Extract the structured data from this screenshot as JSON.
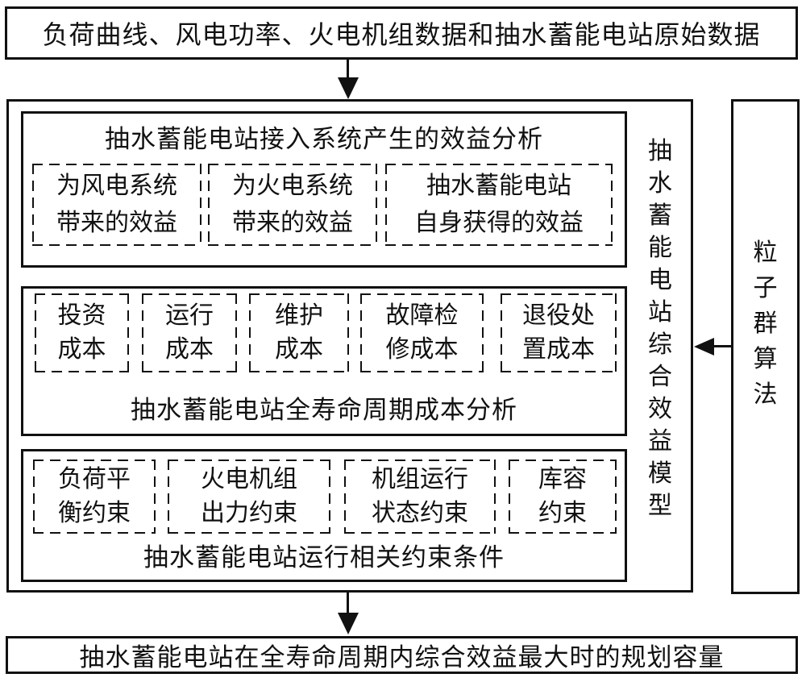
{
  "colors": {
    "ink": "#111111",
    "background": "#ffffff"
  },
  "input_box": {
    "label": "负荷曲线、风电功率、火电机组数据和抽水蓄能电站原始数据"
  },
  "model_label": "抽水蓄能电站综合效益模型",
  "algorithm_box": {
    "label": "粒子群算法"
  },
  "output_box": {
    "label": "抽水蓄能电站在全寿命周期内综合效益最大时的规划容量"
  },
  "sections": {
    "benefit": {
      "title": "抽水蓄能电站接入系统产生的效益分析",
      "items": [
        {
          "line1": "为风电系统",
          "line2": "带来的效益"
        },
        {
          "line1": "为火电系统",
          "line2": "带来的效益"
        },
        {
          "line1": "抽水蓄能电站",
          "line2": "自身获得的效益"
        }
      ]
    },
    "cost": {
      "title": "抽水蓄能电站全寿命周期成本分析",
      "items": [
        {
          "line1": "投资",
          "line2": "成本"
        },
        {
          "line1": "运行",
          "line2": "成本"
        },
        {
          "line1": "维护",
          "line2": "成本"
        },
        {
          "line1": "故障检",
          "line2": "修成本"
        },
        {
          "line1": "退役处",
          "line2": "置成本"
        }
      ]
    },
    "constraint": {
      "title": "抽水蓄能电站运行相关约束条件",
      "items": [
        {
          "line1": "负荷平",
          "line2": "衡约束"
        },
        {
          "line1": "火电机组",
          "line2": "出力约束"
        },
        {
          "line1": "机组运行",
          "line2": "状态约束"
        },
        {
          "line1": "库容",
          "line2": "约束"
        }
      ]
    }
  }
}
